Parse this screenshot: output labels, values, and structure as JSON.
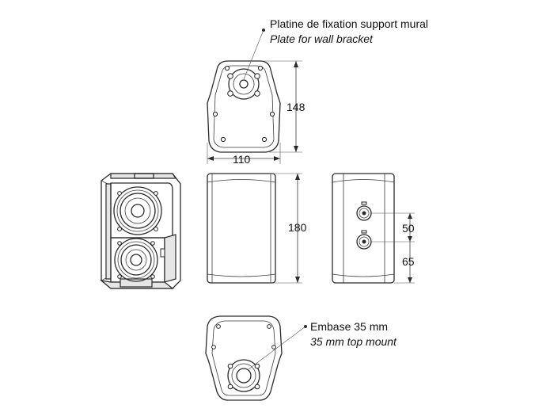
{
  "annotations": {
    "top_plate_fr": "Platine de fixation support mural",
    "top_plate_en": "Plate for wall bracket",
    "bottom_mount_fr": "Embase 35 mm",
    "bottom_mount_en": "35 mm top mount"
  },
  "dimensions": {
    "height_top_view": "148",
    "width_top_view": "110",
    "height_side_view": "180",
    "connector_spacing": "50",
    "connector_to_bottom": "65"
  },
  "colors": {
    "line": "#2a2a2a",
    "background": "#ffffff",
    "shade": "#e6e6e6"
  }
}
